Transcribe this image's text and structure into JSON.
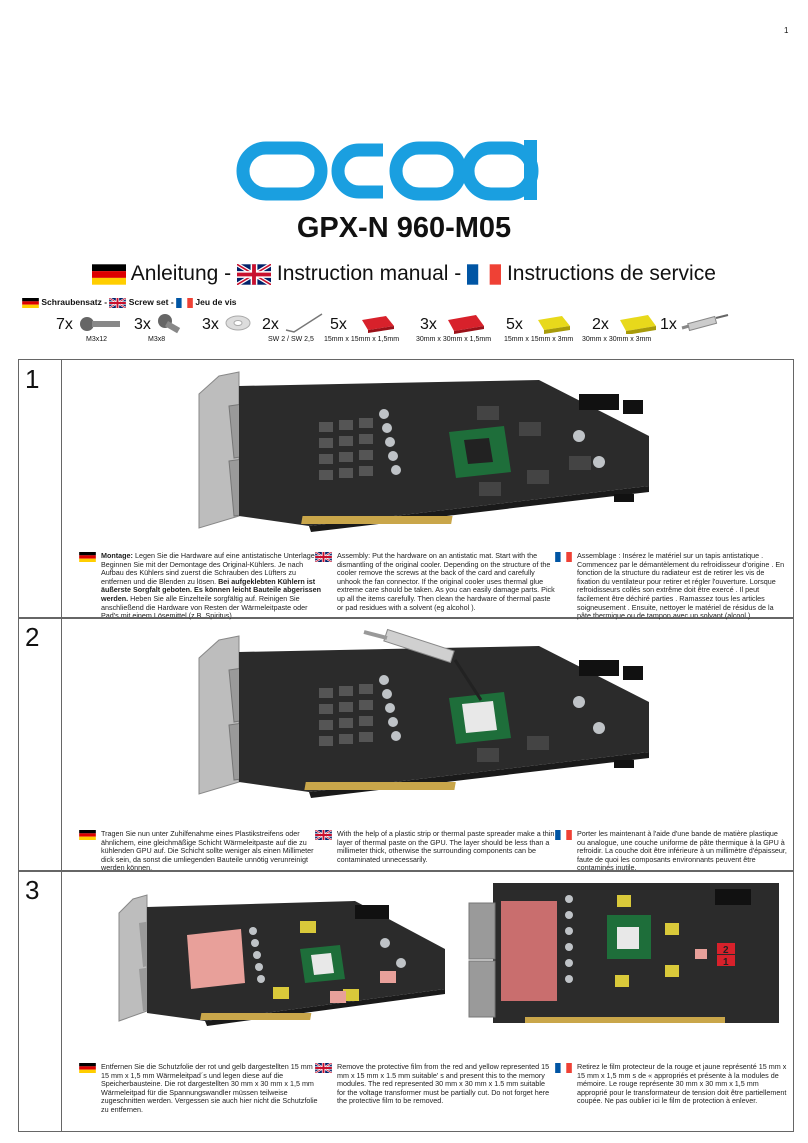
{
  "page_number": "1",
  "brand": "acool",
  "model": "GPX-N 960-M05",
  "title": {
    "de": "Anleitung -",
    "en": "Instruction manual -",
    "fr": "Instructions de service"
  },
  "screw_set": {
    "de": "Schraubensatz -",
    "en": "Screw set -",
    "fr": "Jeu de vis"
  },
  "parts": [
    {
      "qty": "7x",
      "caption": "M3x12",
      "icon": "screw-long-icon"
    },
    {
      "qty": "3x",
      "caption": "M3x8",
      "icon": "screw-short-icon"
    },
    {
      "qty": "3x",
      "caption": "",
      "icon": "washer-icon"
    },
    {
      "qty": "2x",
      "caption": "SW 2 / SW 2,5",
      "icon": "hex-key-icon"
    },
    {
      "qty": "5x",
      "caption": "15mm x 15mm x 1,5mm",
      "icon": "red-pad-icon"
    },
    {
      "qty": "3x",
      "caption": "30mm x 30mm x 1,5mm",
      "icon": "red-pad-icon"
    },
    {
      "qty": "5x",
      "caption": "15mm x 15mm x 3mm",
      "icon": "yellow-pad-icon"
    },
    {
      "qty": "2x",
      "caption": "30mm x 30mm x 3mm",
      "icon": "yellow-pad-icon"
    },
    {
      "qty": "1x",
      "caption": "",
      "icon": "syringe-icon"
    }
  ],
  "colors": {
    "brand_blue": "#1a9fe0",
    "pcb": "#2b2b2b",
    "gpu_green": "#1e6e3a",
    "pad_red": "#d8212b",
    "pad_yellow": "#e8d91b"
  },
  "steps": [
    {
      "number": "1",
      "de_bold": "Montage:",
      "de": " Legen Sie die Hardware auf eine antistatische Unterlage. Beginnen Sie mit der Demontage des Original-Kühlers. Je nach Aufbau des Kühlers sind zuerst die Schrauben des Lüfters zu entfernen und die Blenden zu lösen. ",
      "de_bold2": "Bei aufgeklebten Kühlern ist äußerste Sorgfalt geboten. Es können leicht Bauteile abgerissen werden.",
      "de_rest": " Heben Sie alle Einzelteile sorgfältig auf. Reinigen Sie anschließend die Hardware von Resten der Wärmeleitpaste oder Pad's mit einem Lösemittel (z B. Spiritus).",
      "en": "Assembly: Put the hardware on an antistatic mat. Start with the dismantling of the original cooler. Depending on the structure of the cooler remove the screws at the back of the card and carefully unhook the fan connector. If the original cooler uses thermal glue extreme care should be taken. As you can easily damage parts. Pick up all the items carefully. Then clean the hardware of thermal paste or pad residues with a solvent (eg alcohol ).",
      "fr": "Assemblage : Insérez le matériel sur un tapis antistatique . Commencez par le démantèlement du refroidisseur d'origine . En fonction de la structure du radiateur est de retirer les vis de fixation du ventilateur pour retirer et régler l'ouverture. Lorsque refroidisseurs collés son extrême doit être exercé . Il peut facilement être déchiré parties . Ramassez tous les articles soigneusement . Ensuite, nettoyer le matériel de résidus de la pâte thermique ou de tampon avec un solvant (alcool )."
    },
    {
      "number": "2",
      "de": "Tragen Sie nun unter Zuhilfenahme eines Plastikstreifens oder ähnlichem, eine gleichmäßige Schicht Wärmeleitpaste auf die zu kühlenden GPU auf. Die Schicht sollte weniger als einen Millimeter dick sein, da sonst die umliegenden Bauteile unnötig verunreinigt werden können.",
      "en": "With the help of a plastic strip or thermal paste spreader make a thin layer of thermal paste on the GPU. The layer should be less than a millimeter thick, otherwise the surrounding components can be contaminated unnecessarily.",
      "fr": "Porter les maintenant à l'aide d'une bande de matière plastique ou analogue, une couche uniforme de pâte thermique à la GPU à refroidir. La couche doit être inférieure à un millimètre d'épaisseur, faute de quoi les composants environnants peuvent être contaminés inutile."
    },
    {
      "number": "3",
      "de": "Entfernen Sie die Schutzfolie der rot und gelb dargestellten 15 mm x 15 mm x 1,5 mm Wärmeleitpad´s und legen diese auf die Speicherbausteine. Die rot dargestellten 30 mm x 30 mm x 1,5 mm Wärmeleitpad für die Spannungswandler müssen teilweise zugeschnitten werden. Vergessen sie auch hier nicht die Schutzfolie zu entfernen.",
      "en": "Remove the protective film from the red and yellow represented 15 mm x 15 mm x 1.5 mm suitable' s and present this to the memory modules. The red represented 30 mm x 30 mm x 1.5 mm suitable for the voltage transformer must be partially cut. Do not forget here the protective film to be removed.",
      "fr": "Retirez le film protecteur de la rouge et jaune représenté 15 mm x 15 mm x 1,5 mm s de « appropriés et présente à la modules de mémoire. Le rouge représente 30 mm x 30 mm x 1,5 mm approprié pour le transformateur de tension doit être partiellement coupée. Ne pas oublier ici le film de protection à enlever.",
      "marker_2": "2",
      "marker_1": "1"
    }
  ]
}
